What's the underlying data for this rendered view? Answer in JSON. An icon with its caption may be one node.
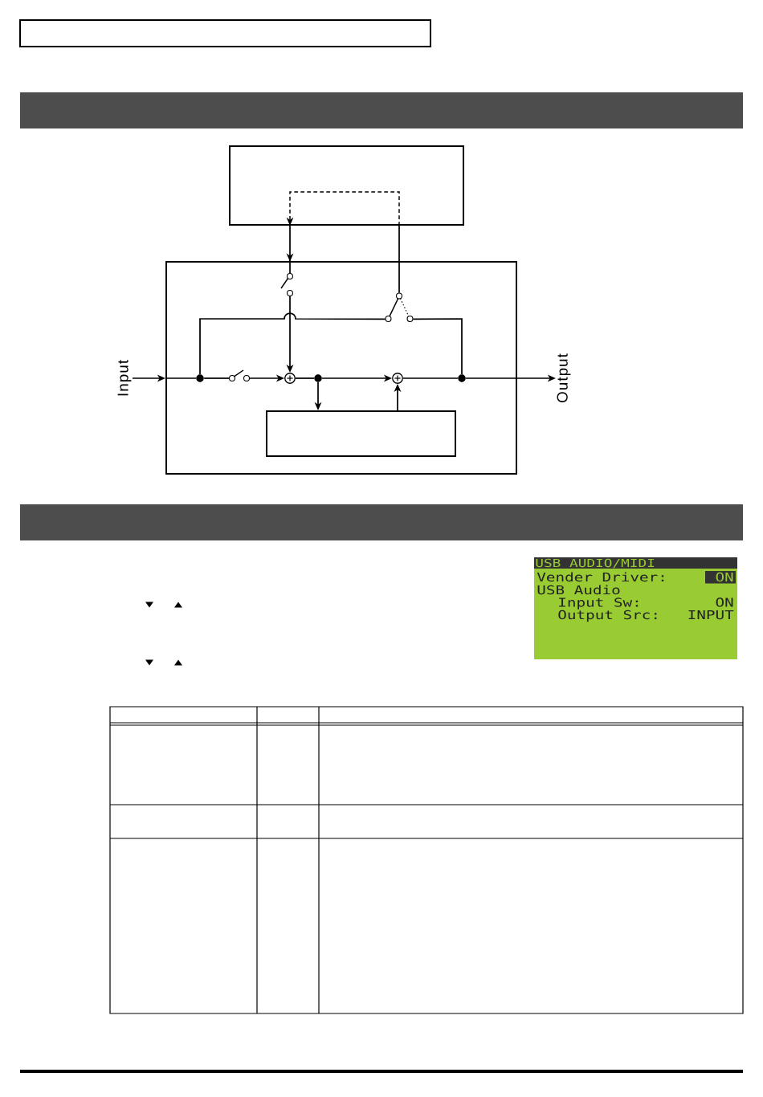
{
  "diagram": {
    "nodes": [
      {
        "text": [],
        "shape": "box"
      },
      {
        "text": [],
        "shape": "bar"
      },
      {
        "text": [],
        "shape": "box"
      },
      {
        "text": [],
        "shape": "box"
      },
      {
        "text": [],
        "shape": "switch",
        "in": 3
      },
      {
        "text": [],
        "shape": "switch",
        "in": 3
      },
      {
        "text": [
          "Input"
        ]
      },
      {
        "text": [],
        "shape": "dot",
        "in": 3
      },
      {
        "text": [],
        "shape": "switch",
        "in": 3
      },
      {
        "text": [],
        "shape": "circle",
        "in": 3
      },
      {
        "text": [],
        "shape": "dot",
        "in": 3
      },
      {
        "text": [],
        "shape": "circle",
        "in": 3
      },
      {
        "text": [],
        "shape": "dot",
        "in": 3
      },
      {
        "text": [
          "Output"
        ]
      },
      {
        "text": [],
        "shape": "box",
        "in": 3
      },
      {
        "text": [],
        "shape": "bar"
      }
    ],
    "edges": [
      {
        "from": 2,
        "to": 2,
        "arrow": "to",
        "style": "dashed"
      },
      {
        "from": 2,
        "to": 4,
        "arrow": "to"
      },
      {
        "from": 4,
        "to": 9,
        "arrow": "to"
      },
      {
        "from": 7,
        "to": 5,
        "arrow": "none"
      },
      {
        "from": 12,
        "to": 5,
        "arrow": "none"
      },
      {
        "from": 5,
        "to": 2,
        "arrow": "none"
      },
      {
        "from": 6,
        "to": 3,
        "arrow": "to"
      },
      {
        "from": 3,
        "to": 7,
        "arrow": "none"
      },
      {
        "from": 7,
        "to": 8,
        "arrow": "none"
      },
      {
        "from": 8,
        "to": 9,
        "arrow": "to"
      },
      {
        "from": 9,
        "to": 10,
        "arrow": "none"
      },
      {
        "from": 10,
        "to": 11,
        "arrow": "to"
      },
      {
        "from": 10,
        "to": 14,
        "arrow": "to"
      },
      {
        "from": 14,
        "to": 11,
        "arrow": "to"
      },
      {
        "from": 11,
        "to": 12,
        "arrow": "none"
      },
      {
        "from": 12,
        "to": 13,
        "arrow": "to"
      }
    ],
    "labels": [
      "USB AUDIO/MIDI",
      "Vender Driver:",
      "ON",
      "USB Audio",
      "Input Sw:",
      "ON",
      "Output Src:",
      "INPUT"
    ]
  }
}
